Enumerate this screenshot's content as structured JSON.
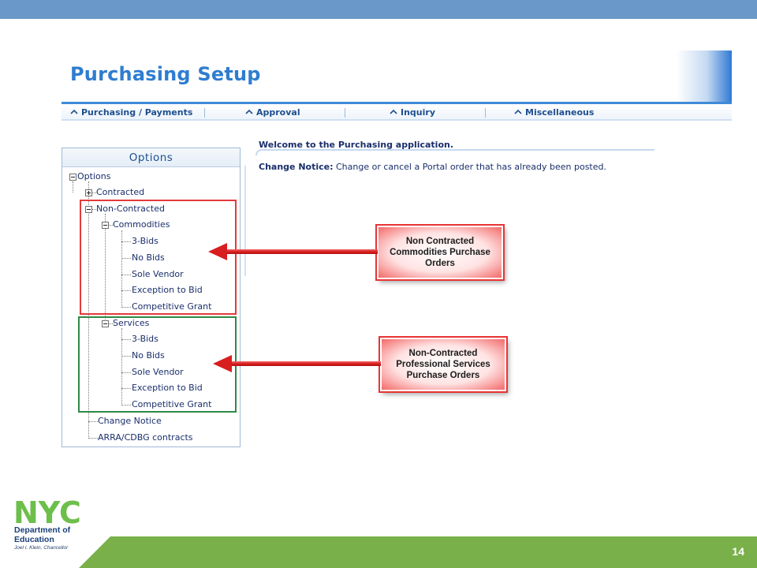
{
  "slide": {
    "title": "Purchasing Setup",
    "page_number": "14",
    "colors": {
      "top_bar": "#6a98c9",
      "title": "#2e7dd0",
      "footer": "#79b04a",
      "logo_green": "#6dbf4b",
      "logo_blue": "#1a3f78"
    }
  },
  "nav": {
    "items": [
      {
        "label": "Purchasing / Payments",
        "icon": "chevron-up-icon"
      },
      {
        "label": "Approval",
        "icon": "chevron-up-icon"
      },
      {
        "label": "Inquiry",
        "icon": "chevron-up-icon"
      },
      {
        "label": "Miscellaneous",
        "icon": "chevron-up-icon"
      }
    ]
  },
  "options": {
    "header": "Options",
    "tree": {
      "root": "Options",
      "contracted": "Contracted",
      "non_contracted": "Non-Contracted",
      "commodities": "Commodities",
      "commodities_items": [
        "3-Bids",
        "No Bids",
        "Sole Vendor",
        "Exception to Bid",
        "Competitive Grant"
      ],
      "services": "Services",
      "services_items": [
        "3-Bids",
        "No Bids",
        "Sole Vendor",
        "Exception to Bid",
        "Competitive Grant"
      ],
      "change_notice": "Change Notice",
      "arra": "ARRA/CDBG contracts"
    }
  },
  "content": {
    "welcome": "Welcome to the Purchasing application.",
    "notice_label": "Change Notice:",
    "notice_text": "Change or cancel a Portal order that has already been posted."
  },
  "callouts": {
    "commodities": [
      "Non Contracted",
      "Commodities Purchase",
      "Orders"
    ],
    "services": [
      "Non-Contracted",
      "Professional Services",
      "Purchase Orders"
    ]
  },
  "logo": {
    "letters": "NYC",
    "line1": "Department of",
    "line2": "Education",
    "line3": "Joel I. Klein, Chancellor"
  }
}
